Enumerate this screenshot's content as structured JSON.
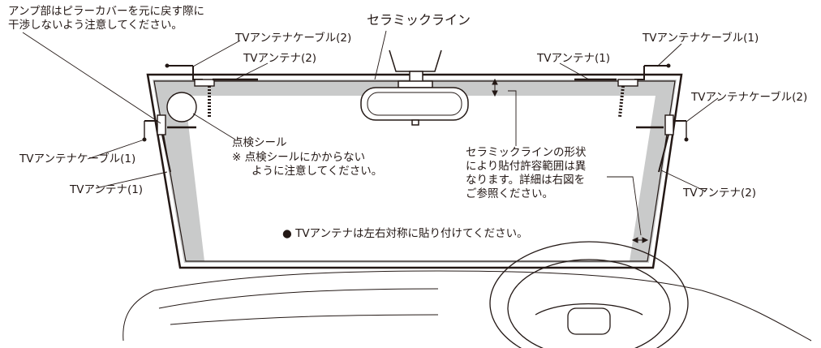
{
  "notes": {
    "amp_note": [
      "アンプ部はピラーカバーを元に戻す際に",
      "干渉しないよう注意してください。"
    ],
    "ceramic_range_note": [
      "セラミックラインの形状",
      "により貼付許容範囲は異",
      "なります。詳細は右図を",
      "ご参照ください。"
    ],
    "inspection_sticker": "点検シール",
    "inspection_note": [
      "※ 点検シールにかからない",
      "ように注意してください。"
    ],
    "symmetry_note": "● TVアンテナは左右対称に貼り付けてください。"
  },
  "labels": {
    "ceramic_line": "セラミックライン",
    "cable_2_top": "TVアンテナケーブル(2)",
    "antenna_2_top": "TVアンテナ(2)",
    "antenna_1_top": "TVアンテナ(1)",
    "cable_1_top_right": "TVアンテナケーブル(1)",
    "cable_2_right": "TVアンテナケーブル(2)",
    "cable_1_left": "TVアンテナケーブル(1)",
    "antenna_1_left": "TVアンテナ(1)",
    "antenna_2_right": "TVアンテナ(2)"
  },
  "colors": {
    "line": "#231815",
    "ceramic_band": "#c9caca"
  }
}
